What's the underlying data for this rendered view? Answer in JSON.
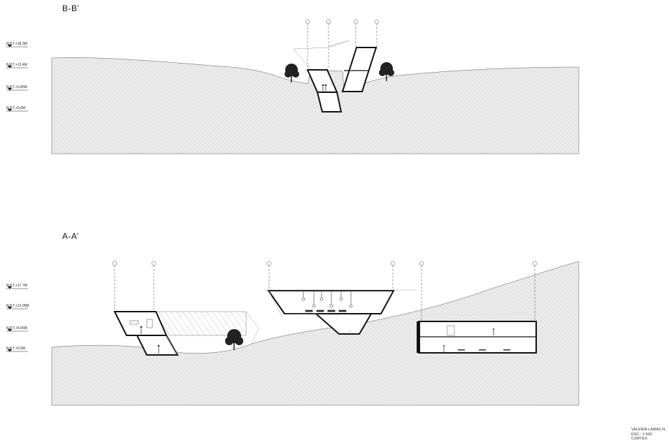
{
  "sections": {
    "bb": {
      "title": "B-B’",
      "levels": [
        "N.P.T.+18.3M",
        "N.P.T.+12.4M",
        "N.P.T.+5.85M",
        "N.P.T.+0.0M"
      ]
    },
    "aa": {
      "title": "A-A’",
      "levels": [
        "N.P.T.+17.7M",
        "N.P.T.+12.05M",
        "N.P.T.+5.65M",
        "N.P.T.+0.0M"
      ]
    }
  },
  "credits": {
    "author": "VALERIA LAMAS N.",
    "scale": "ESC.: 1:500",
    "sheet": "CORTES"
  },
  "colors": {
    "terrain_fill": "#e9e9e9",
    "hatch": "#c9c9c9",
    "ink": "#111111"
  }
}
